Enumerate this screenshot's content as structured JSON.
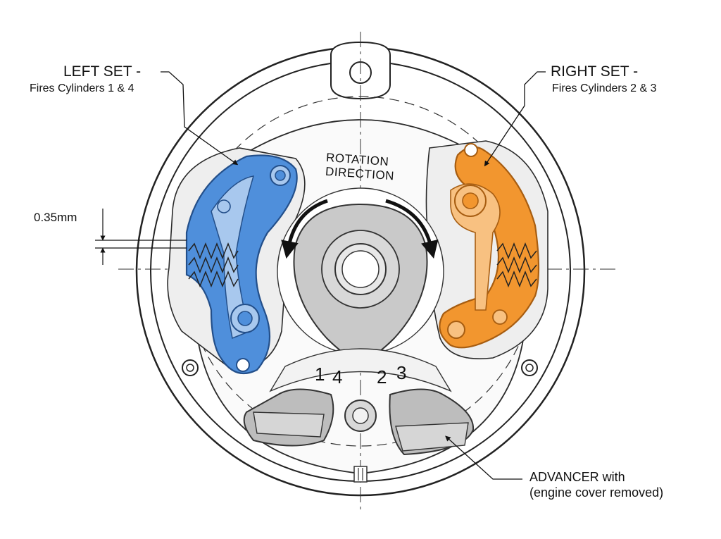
{
  "labels": {
    "left_set_title": "LEFT SET -",
    "left_set_sub": "Fires Cylinders 1 & 4",
    "right_set_title": "RIGHT SET -",
    "right_set_sub": "Fires Cylinders 2 & 3",
    "gap": "0.35mm",
    "rotation_line1": "ROTATION",
    "rotation_line2": "DIRECTION",
    "cyl_1": "1",
    "cyl_4": "4",
    "cyl_2": "2",
    "cyl_3": "3",
    "advancer_line1": "ADVANCER with",
    "advancer_line2": "(engine cover removed)"
  },
  "colors": {
    "left_set": "#4f8fdb",
    "right_set": "#f2962f",
    "outline": "#2a2a2a",
    "cam": "#c9c9c9",
    "weights": "#bdbdbd",
    "panel": "#eeeeee"
  },
  "icons": {
    "rotation_arrows": "curved-arrow-icon",
    "mounting_holes": "screw-hole-icon"
  }
}
